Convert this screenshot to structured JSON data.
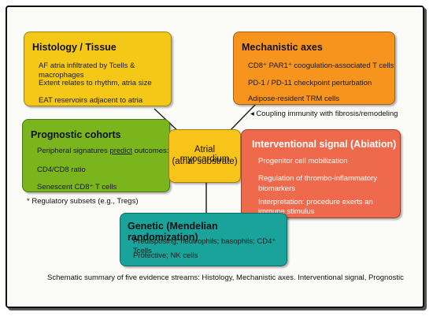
{
  "colors": {
    "histology": "#f5c818",
    "mechanistic": "#f7941d",
    "prognostic": "#7ab51d",
    "center": "#f8c41a",
    "interventional": "#ef6a4c",
    "genetic": "#1aa39a",
    "lines": "#222222"
  },
  "histology": {
    "title": "Histology / Tissue",
    "items": [
      "AF atria infiltrated by Tcells & macrophages",
      "Extent relates to rhythm,  atria size",
      "EAT reservoirs adjacent to atria"
    ]
  },
  "mechanistic": {
    "title": "Mechanistic axes",
    "items": [
      "CD8⁺ PAR1⁺ coogulation-associated T cells",
      "PD-1 / PD-11 checkpoint perturbation",
      "Adipose-resident TRM cells"
    ]
  },
  "coupling_note": "◂ Coupling immunity with fibrosis/remodeling",
  "prognostic": {
    "title": "Prognostic cohorts",
    "items_pre": "Peripheral signatures ",
    "items_u": "predict",
    "items_post": " outcomes:",
    "items": [
      "CD4/CD8 ratio",
      "Senescent CD8⁺ T cells"
    ]
  },
  "center": {
    "line1": "Atrial myocardium",
    "line2": "(atrial substrate)"
  },
  "interventional": {
    "title": "Interventional signal (Abiation)",
    "items": [
      "Progenitor cell mobilization",
      "Regulation of thrombo-inflammatory",
      "biomarkers",
      "Interpretation: procedure exerts an",
      "immune stimulus"
    ]
  },
  "regulatory_note": "* Regulatory subsets (e.g., Tregs)",
  "genetic": {
    "title": "Genetic (Mendelian randomization)",
    "items": [
      "Predisposing; neutrophils; basophils; CD4⁺ Tcells",
      "Protective; NK cells"
    ]
  },
  "caption": "Schematic summary of five evidence streams: Histology, Mechanistic axes. Interventional signal, Prognostic"
}
